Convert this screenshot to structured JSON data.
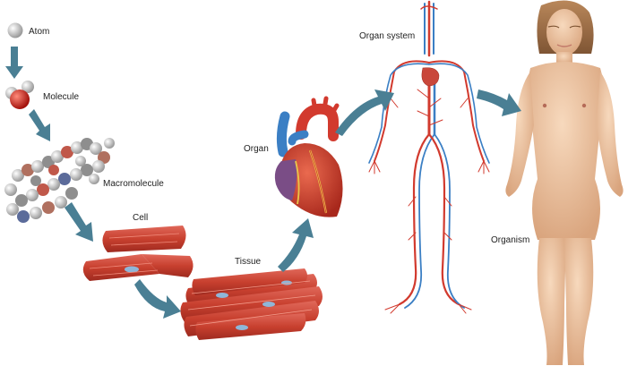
{
  "levels": {
    "atom": "Atom",
    "molecule": "Molecule",
    "macromolecule": "Macromolecule",
    "cell": "Cell",
    "tissue": "Tissue",
    "organ": "Organ",
    "organ_system": "Organ system",
    "organism": "Organism"
  },
  "colors": {
    "arrow": "#4a7f94",
    "muscle": "#c9473b",
    "vein": "#3b7fc4",
    "artery": "#d23a2e",
    "skin": "#f0c6a2"
  }
}
